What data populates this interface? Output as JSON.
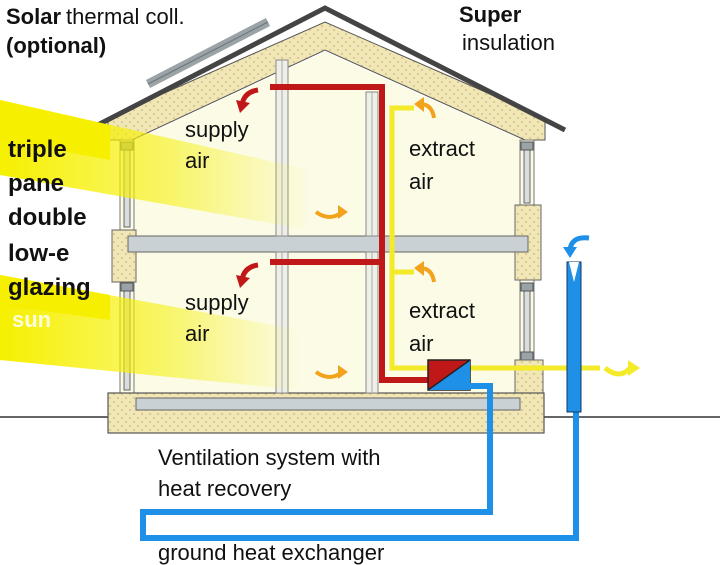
{
  "labels": {
    "solar_collector_line1": "Solar",
    "solar_collector_line1b": "thermal coll.",
    "solar_collector_line2": "(optional)",
    "super_insulation_line1": "Super",
    "super_insulation_line2": "insulation",
    "glazing_line1": "triple",
    "glazing_line2": "pane",
    "glazing_line3": "double",
    "glazing_line4": "low-e",
    "glazing_line5": "glazing",
    "sun_faint": "sun",
    "supply_air_upper_1": "supply",
    "supply_air_upper_2": "air",
    "supply_air_lower_1": "supply",
    "supply_air_lower_2": "air",
    "extract_air_upper_1": "extract",
    "extract_air_upper_2": "air",
    "extract_air_lower_1": "extract",
    "extract_air_lower_2": "air",
    "ventilation_line1": "Ventilation system with",
    "ventilation_line2": "heat recovery",
    "ground_heat_exchanger": "ground heat exchanger"
  },
  "colors": {
    "insulation": "#f1e6b6",
    "insulation_dot": "#c9b57a",
    "wall_inner": "#fbfbe6",
    "floor_slab": "#c9d1d4",
    "supply_duct": "#c01818",
    "extract_duct": "#f3ea2a",
    "ground_pipe": "#1e90e8",
    "sun_beam": "#f6f000",
    "roof_line": "#444444",
    "arrow_orange": "#f3a21b"
  }
}
